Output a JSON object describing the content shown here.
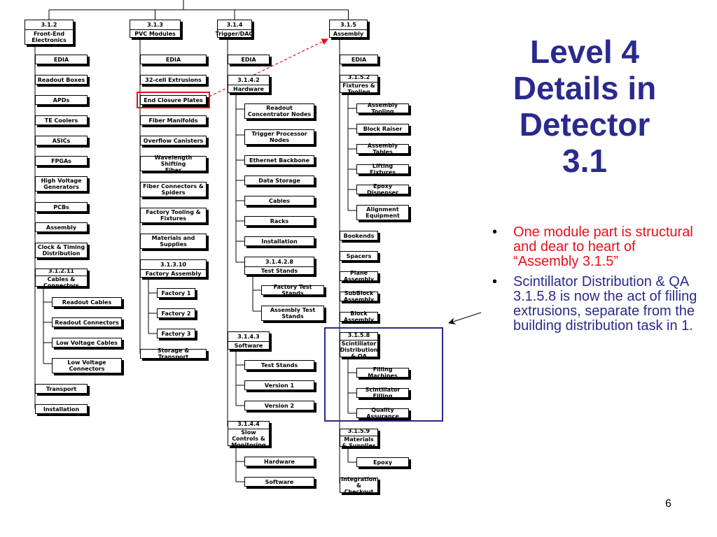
{
  "slide": {
    "title_lines": [
      "Level 4",
      "Details in",
      "Detector",
      "3.1"
    ],
    "bullets": [
      {
        "text": "One module part is structural and dear to heart of “Assembly 3.1.5”",
        "color": "#e8101a"
      },
      {
        "text": "Scintillator Distribution & QA 3.1.5.8 is now the act of filling extrusions, separate from the building distribution task in 1.",
        "color": "#2a2a8c"
      }
    ],
    "page_number": "6"
  },
  "colors": {
    "title": "#2a2a8c",
    "highlight_red": "#e8101a",
    "highlight_blue": "#2a2a8c",
    "node_border": "#000000"
  },
  "columns": [
    {
      "id": "c312",
      "num": "3.1.2",
      "label": "Front-End\nElectronics",
      "children": [
        {
          "label": "EDIA"
        },
        {
          "label": "Readout Boxes"
        },
        {
          "label": "APDs"
        },
        {
          "label": "TE Coolers"
        },
        {
          "label": "ASICs"
        },
        {
          "label": "FPGAs"
        },
        {
          "label": "High Voltage\nGenerators"
        },
        {
          "label": "PCBs"
        },
        {
          "label": "Assembly"
        },
        {
          "label": "Clock & Timing\nDistribution"
        },
        {
          "num": "3.1.2.11",
          "label": "Cables & Connectors",
          "children": [
            {
              "label": "Readout Cables"
            },
            {
              "label": "Readout Connectors"
            },
            {
              "label": "Low Voltage Cables"
            },
            {
              "label": "Low Voltage\nConnectors"
            }
          ]
        },
        {
          "label": "Transport"
        },
        {
          "label": "Installation"
        }
      ]
    },
    {
      "id": "c313",
      "num": "3.1.3",
      "label": "PVC Modules",
      "children": [
        {
          "label": "EDIA"
        },
        {
          "label": "32-cell Extrusions"
        },
        {
          "label": "End Closure Plates",
          "highlight": "red"
        },
        {
          "label": "Fiber Manifolds"
        },
        {
          "label": "Overflow Canisters"
        },
        {
          "label": "Wavelength Shifting\nFiber"
        },
        {
          "label": "Fiber Connectors &\nSpiders"
        },
        {
          "label": "Factory Tooling &\nFixtures"
        },
        {
          "label": "Materials and\nSupplies"
        },
        {
          "num": "3.1.3.10",
          "label": "Factory Assembly",
          "children": [
            {
              "label": "Factory 1"
            },
            {
              "label": "Factory 2"
            },
            {
              "label": "Factory 3"
            }
          ]
        },
        {
          "label": "Storage & Transport"
        }
      ]
    },
    {
      "id": "c314",
      "num": "3.1.4",
      "label": "Trigger/DAQ",
      "children": [
        {
          "label": "EDIA"
        },
        {
          "num": "3.1.4.2",
          "label": "Hardware",
          "children": [
            {
              "label": "Readout\nConcentrator Nodes"
            },
            {
              "label": "Trigger Processor\nNodes"
            },
            {
              "label": "Ethernet Backbone"
            },
            {
              "label": "Data Storage"
            },
            {
              "label": "Cables"
            },
            {
              "label": "Racks"
            },
            {
              "label": "Installation"
            },
            {
              "num": "3.1.4.2.8",
              "label": "Test Stands",
              "children": [
                {
                  "label": "Factory Test Stands"
                },
                {
                  "label": "Assembly Test\nStands"
                }
              ]
            }
          ]
        },
        {
          "num": "3.1.4.3",
          "label": "Software",
          "children": [
            {
              "label": "Test Stands"
            },
            {
              "label": "Version 1"
            },
            {
              "label": "Version 2"
            }
          ]
        },
        {
          "num": "3.1.4.4",
          "label": "Slow Controls &\nMonitoring",
          "children": [
            {
              "label": "Hardware"
            },
            {
              "label": "Software"
            }
          ]
        }
      ]
    },
    {
      "id": "c315",
      "num": "3.1.5",
      "label": "Assembly",
      "children": [
        {
          "label": "EDIA"
        },
        {
          "num": "3.1.5.2",
          "label": "Fixtures & Tooling",
          "children": [
            {
              "label": "Assembly Tooling"
            },
            {
              "label": "Block Raiser"
            },
            {
              "label": "Assembly Tables"
            },
            {
              "label": "Lifting Fixtures"
            },
            {
              "label": "Epoxy Dispenser"
            },
            {
              "label": "Alignment\nEquipment"
            }
          ]
        },
        {
          "label": "Bookends"
        },
        {
          "label": "Spacers"
        },
        {
          "label": "Plane Assembly"
        },
        {
          "label": "SubBlock Assembly"
        },
        {
          "label": "Block Assembly"
        },
        {
          "num": "3.1.5.8",
          "label": "Scintillator\nDistribution & QA",
          "highlight": "blue",
          "children": [
            {
              "label": "Filling Machines"
            },
            {
              "label": "Scintillator Filling"
            },
            {
              "label": "Quality Assurance"
            }
          ]
        },
        {
          "num": "3.1.5.9",
          "label": "Materials & Supplies",
          "children": [
            {
              "label": "Epoxy"
            }
          ]
        },
        {
          "label": "Integration &\nCheckout"
        }
      ]
    }
  ]
}
